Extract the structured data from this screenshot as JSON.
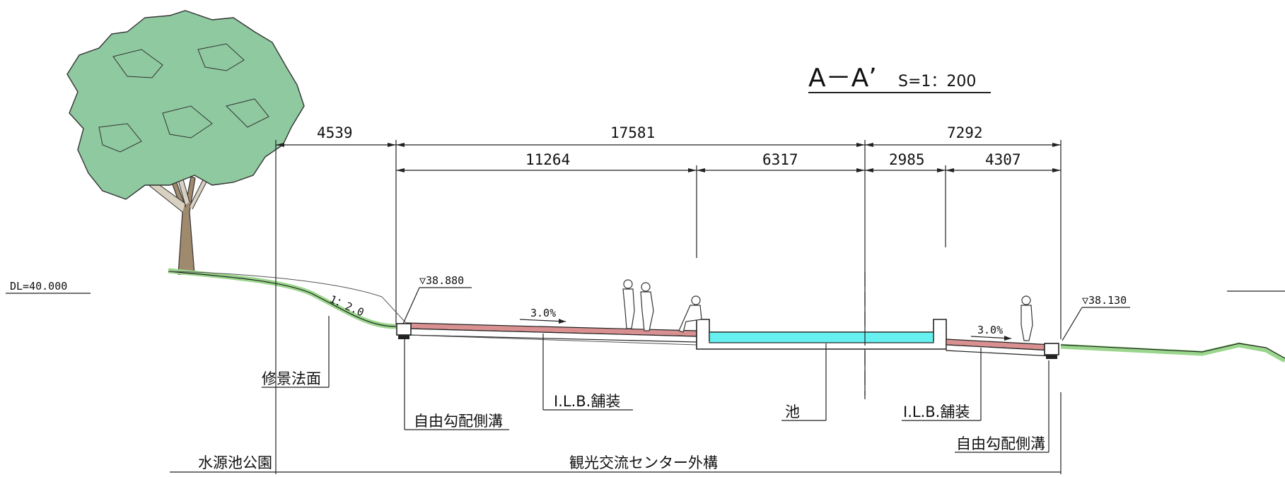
{
  "title": {
    "main": "A－A’",
    "scale": "S=1：200"
  },
  "datum": "DL=40.000",
  "dimensions": {
    "top": [
      "4539",
      "17581",
      "7292"
    ],
    "second": [
      "11264",
      "6317",
      "2985",
      "4307"
    ]
  },
  "levels": {
    "left": "▽38.880",
    "right": "▽38.130"
  },
  "slopes": {
    "embankment": "1：2.0",
    "left_paving": "3.0%",
    "right_paving": "3.0%"
  },
  "labels": {
    "slope_face": "修景法面",
    "paving_left": "I.L.B.舗装",
    "paving_right": "I.L.B.舗装",
    "gutter_left": "自由勾配側溝",
    "gutter_right": "自由勾配側溝",
    "pond": "池",
    "park": "水源池公園",
    "center": "観光交流センター外構"
  },
  "colors": {
    "foliage": "#8fc9a0",
    "ground_green": "#9ad68c",
    "paving_red": "#d89090",
    "water": "#66f0f0",
    "trunk": "#a08a6e"
  }
}
